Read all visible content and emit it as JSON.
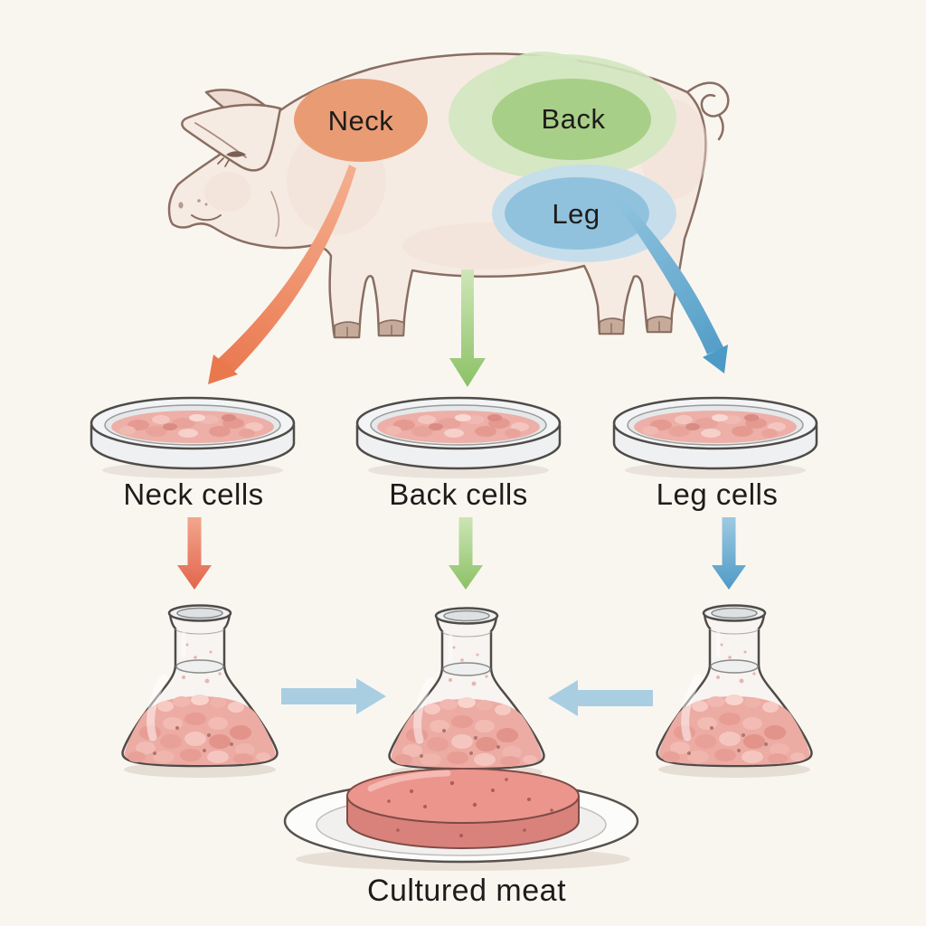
{
  "background_color": "#f9f6f0",
  "pig": {
    "regions": [
      {
        "label": "Neck",
        "fill": "#e99c74"
      },
      {
        "label": "Back",
        "fill": "#a8cf87",
        "halo": "#d3e7c0"
      },
      {
        "label": "Leg",
        "fill": "#91c2dd",
        "halo": "#c3ddec"
      }
    ]
  },
  "harvest_arrows": {
    "neck": "#ee8a5f",
    "back": "#8cc166",
    "leg": "#5b9fc9"
  },
  "dishes": [
    {
      "label": "Neck cells"
    },
    {
      "label": "Back cells"
    },
    {
      "label": "Leg cells"
    }
  ],
  "culture_arrows": {
    "neck": "#e2654b",
    "back": "#8cc166",
    "leg": "#4f9ac6"
  },
  "pooling_arrow_color": "#a9cee2",
  "result": {
    "label": "Cultured meat"
  }
}
